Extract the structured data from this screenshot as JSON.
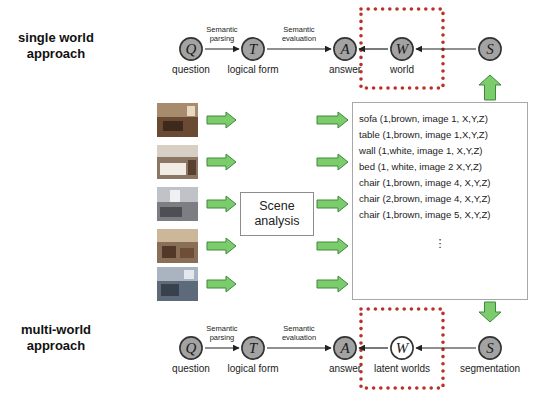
{
  "diagram": {
    "nodes": [
      {
        "text": [
          "Q",
          "question"
        ]
      },
      {
        "text": [
          "T",
          "logical form"
        ]
      },
      {
        "text": [
          "A",
          "answer"
        ]
      },
      {
        "text": [
          "W",
          "world"
        ]
      },
      {
        "text": [
          "S"
        ]
      },
      {
        "text": [
          "Scene analysis"
        ]
      },
      {
        "text": [
          "sofa (1,brown, image 1, X,Y,Z)",
          "table (1,brown, image 1,X,Y,Z)",
          "wall (1,white, image 1, X,Y,Z)",
          "bed (1, white, image 2 X,Y,Z)",
          "chair (1,brown, image 4, X,Y,Z)",
          "chair (2,brown, image 4, X,Y,Z)",
          "chair (1,brown, image 5, X,Y,Z)",
          "⋮"
        ]
      },
      {
        "text": [
          "Q",
          "question"
        ]
      },
      {
        "text": [
          "T",
          "logical form"
        ]
      },
      {
        "text": [
          "A",
          "answer"
        ]
      },
      {
        "text": [
          "W",
          "latent worlds"
        ]
      },
      {
        "text": [
          "S",
          "segmentation"
        ]
      }
    ],
    "edges": [
      {
        "from": 0,
        "to": 1,
        "arrow": "to",
        "label": "Semantic parsing"
      },
      {
        "from": 1,
        "to": 2,
        "arrow": "to",
        "label": "Semantic evaluation"
      },
      {
        "from": 3,
        "to": 2,
        "arrow": "to"
      },
      {
        "from": 4,
        "to": 3,
        "arrow": "to"
      },
      {
        "from": 5,
        "to": 6,
        "arrow": "to"
      },
      {
        "from": 6,
        "to": 4,
        "arrow": "to"
      },
      {
        "from": 6,
        "to": 11,
        "arrow": "to"
      },
      {
        "from": 7,
        "to": 8,
        "arrow": "to",
        "label": "Semantic parsing"
      },
      {
        "from": 8,
        "to": 9,
        "arrow": "to",
        "label": "Semantic evaluation"
      },
      {
        "from": 10,
        "to": 9,
        "arrow": "to"
      },
      {
        "from": 11,
        "to": 10,
        "arrow": "to"
      }
    ],
    "labels": [
      "single world approach",
      "multi-world approach"
    ]
  }
}
